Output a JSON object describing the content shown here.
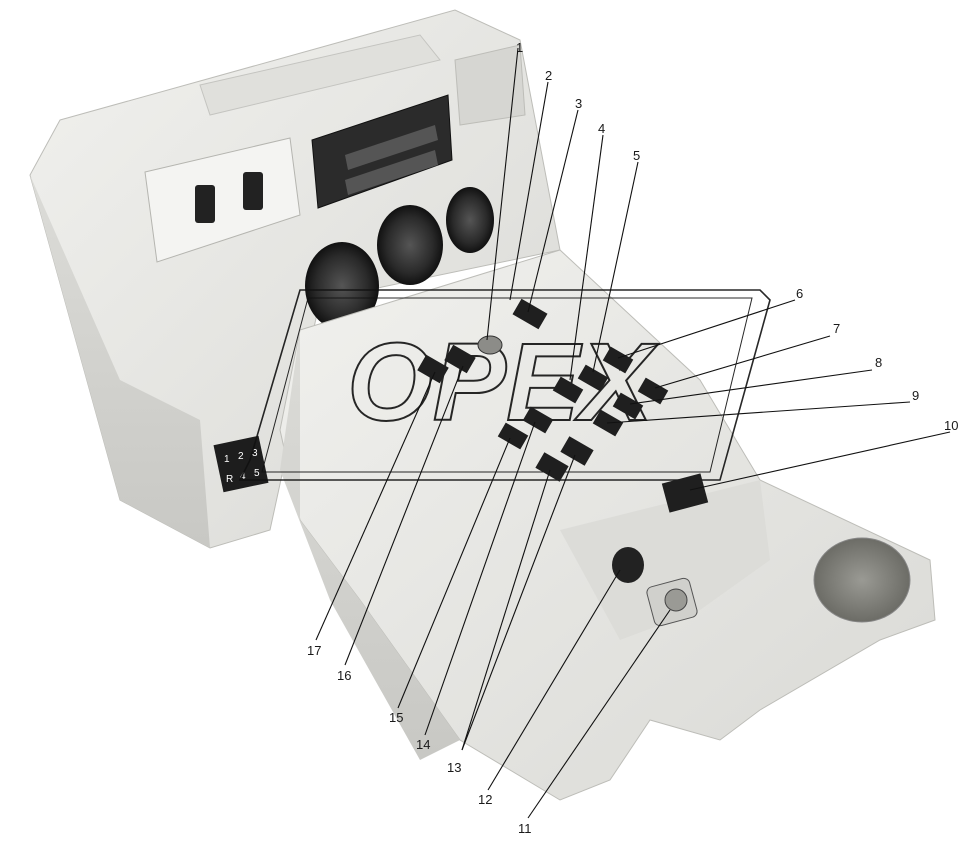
{
  "watermark": "OPEX",
  "gear_icons": [
    "1",
    "2",
    "3",
    "R",
    "4",
    "5"
  ],
  "callouts": [
    "1",
    "2",
    "3",
    "4",
    "5",
    "6",
    "7",
    "8",
    "9",
    "10",
    "11",
    "12",
    "13",
    "14",
    "15",
    "16",
    "17"
  ],
  "colors": {
    "panel": "#e9e9e6",
    "shadow": "#cfcfcb",
    "dark": "#2a2a2a",
    "line": "#111111"
  }
}
